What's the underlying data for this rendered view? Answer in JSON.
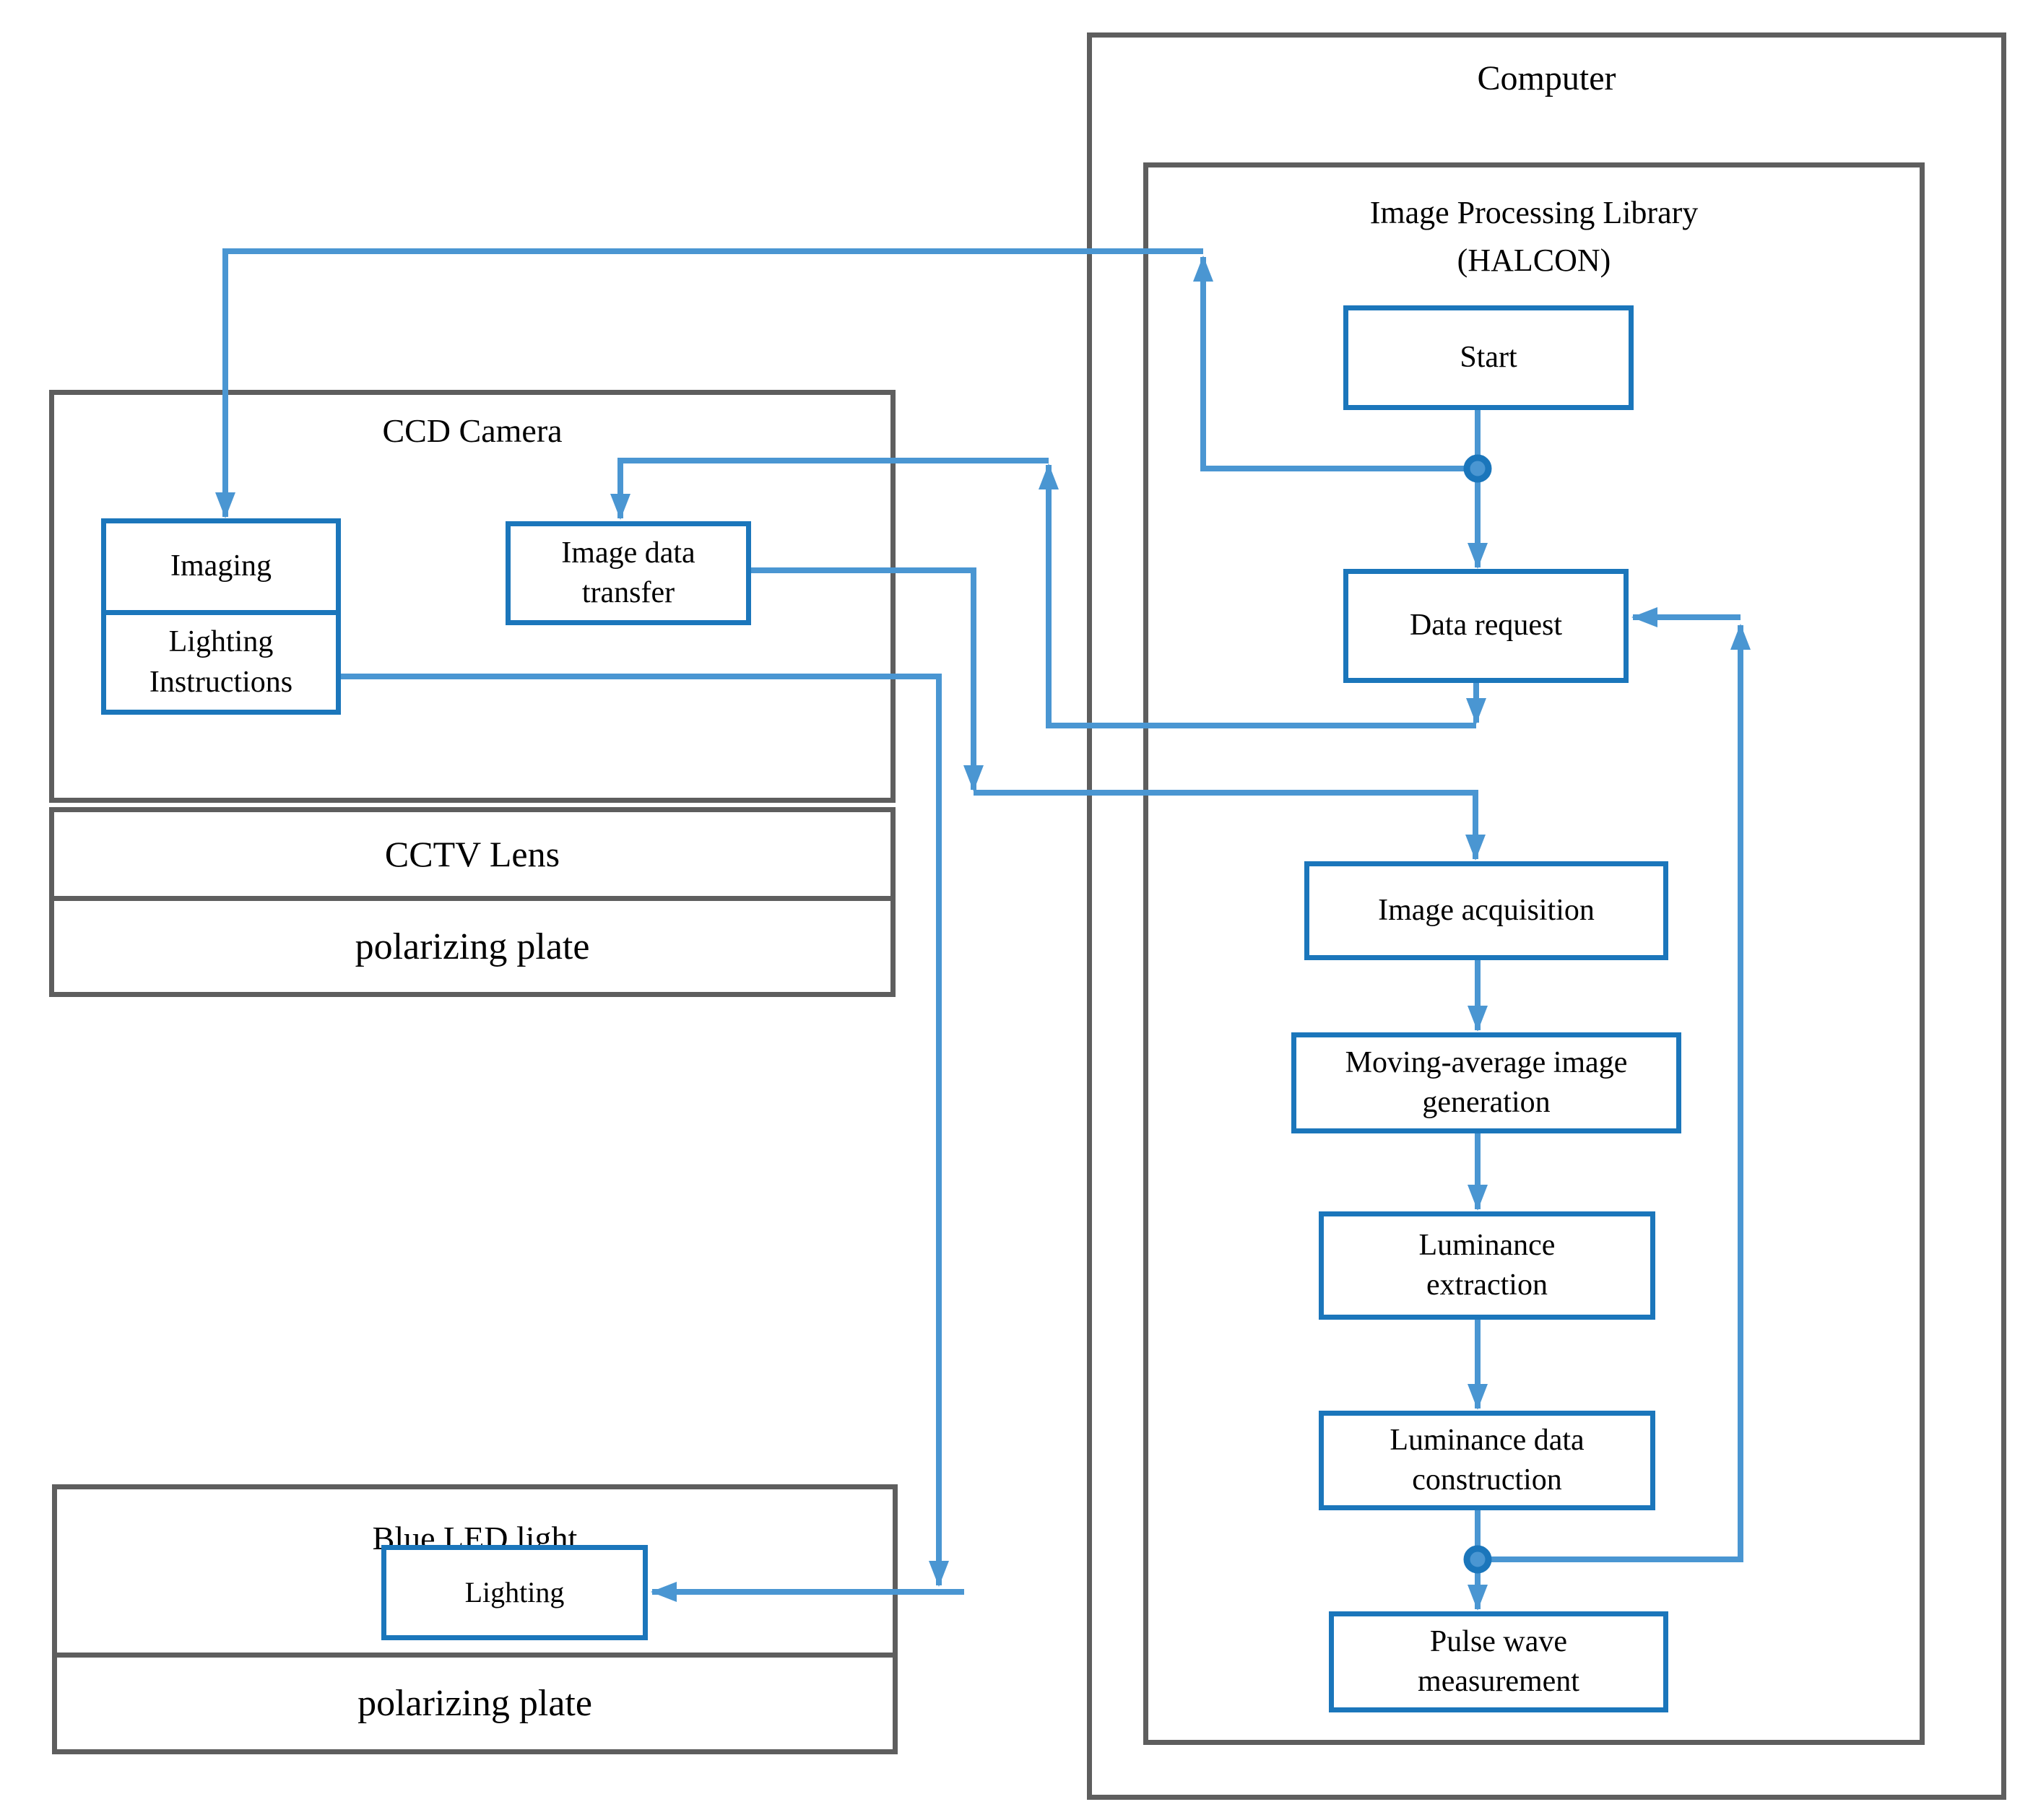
{
  "computer": {
    "title": "Computer",
    "library_title": "Image Processing Library (HALCON)"
  },
  "camera": {
    "title": "CCD Camera",
    "imaging": "Imaging",
    "lighting_instructions": "Lighting Instructions",
    "image_data_transfer": "Image data transfer"
  },
  "optics": {
    "cctv_lens": "CCTV Lens",
    "polarizing_plate": "polarizing plate"
  },
  "led": {
    "title": "Blue LED light",
    "lighting": "Lighting",
    "polarizing_plate": "polarizing plate"
  },
  "flow": {
    "start": "Start",
    "data_request": "Data request",
    "image_acquisition": "Image acquisition",
    "moving_average": "Moving-average image generation",
    "luminance_extraction": "Luminance extraction",
    "luminance_data_construction": "Luminance data construction",
    "pulse_wave": "Pulse wave measurement"
  },
  "colors": {
    "box_border": "#1b76bb",
    "arrow": "#4a96d2",
    "container_border": "#5e5e5e",
    "junction_fill": "#4a96d2",
    "text_color": "#000000",
    "background": "#ffffff"
  }
}
